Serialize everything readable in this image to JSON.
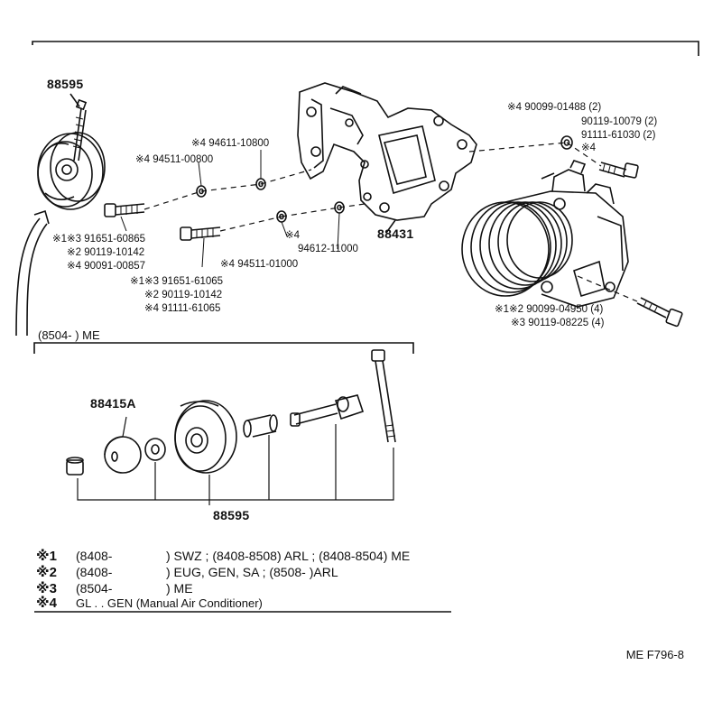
{
  "top_labels": {
    "pulley_top": "88595",
    "bracket": "88431",
    "idler_assy": "88415A",
    "pulley_bottom": "88595"
  },
  "bolt_labels": {
    "b1": "※4 94611-10800",
    "b2": "※4 94511-00800",
    "b3a": "※1※3 91651-60865",
    "b3b": "※2 90119-10142",
    "b3c": "※4 90091-00857",
    "b4a": "※1※3 91651-61065",
    "b4b": "※2 90119-10142",
    "b4c": "※4 91111-61065",
    "w1": "※4",
    "w2": "94612-11000",
    "w3": "※4 94511-01000",
    "r1": "※4 90099-01488 (2)",
    "r2": "90119-10079 (2)",
    "r3": "91111-61030 (2)",
    "r4": "※4",
    "c1": "※1※2 90099-04950 (4)",
    "c2": "※3 90119-08225 (4)"
  },
  "section_label": "(8504-        ) ME",
  "notes": [
    {
      "mark": "※1",
      "text1": "(8408-",
      "text2": ") SWZ ; (8408-8508) ARL ; (8408-8504) ME"
    },
    {
      "mark": "※2",
      "text1": "(8408-",
      "text2": ") EUG, GEN, SA ; (8508-         )ARL"
    },
    {
      "mark": "※3",
      "text1": "(8504-",
      "text2": ") ME"
    },
    {
      "mark": "※4",
      "text1": "GL . . GEN (Manual Air Conditioner)",
      "text2": ""
    }
  ],
  "footer_code": "ME F796-8"
}
